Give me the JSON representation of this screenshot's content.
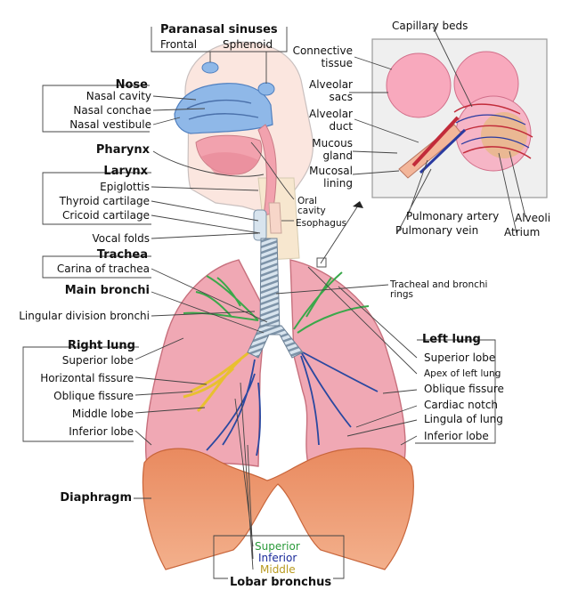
{
  "groups": {
    "paranasal_sinuses": {
      "title": "Paranasal sinuses",
      "items": [
        "Frontal",
        "Sphenoid"
      ]
    },
    "nose": {
      "title": "Nose",
      "items": [
        "Nasal cavity",
        "Nasal conchae",
        "Nasal vestibule"
      ]
    },
    "larynx": {
      "title": "Larynx",
      "items": [
        "Epiglottis",
        "Thyroid cartilage",
        "Cricoid cartilage"
      ]
    },
    "trachea": {
      "title": "Trachea",
      "items": [
        "Carina of trachea"
      ]
    },
    "right_lung": {
      "title": "Right lung",
      "items": [
        "Superior lobe",
        "Horizontal fissure",
        "Oblique fissure",
        "Middle lobe",
        "Inferior lobe"
      ]
    },
    "left_lung": {
      "title": "Left lung",
      "items": [
        "Superior lobe",
        "Apex of left lung",
        "Oblique fissure",
        "Cardiac notch",
        "Lingula of lung",
        "Inferior lobe"
      ]
    },
    "lobar_bronchus": {
      "title": "Lobar bronchus",
      "items": [
        "Superior",
        "Inferior",
        "Middle"
      ]
    }
  },
  "labels": {
    "pharynx": "Pharynx",
    "vocal_folds": "Vocal folds",
    "main_bronchi": "Main bronchi",
    "lingular": "Lingular division bronchi",
    "diaphragm": "Diaphragm",
    "oral_cavity_1": "Oral",
    "oral_cavity_2": "cavity",
    "esophagus": "Esophagus",
    "tracheal_rings_1": "Tracheal and bronchi",
    "tracheal_rings_2": "rings"
  },
  "inset": {
    "capillary_beds": "Capillary beds",
    "connective_1": "Connective",
    "connective_2": "tissue",
    "alveolar_sacs_1": "Alveolar",
    "alveolar_sacs_2": "sacs",
    "alveolar_duct_1": "Alveolar",
    "alveolar_duct_2": "duct",
    "mucous_gland_1": "Mucous",
    "mucous_gland_2": "gland",
    "mucosal_lining_1": "Mucosal",
    "mucosal_lining_2": "lining",
    "pulmonary_artery": "Pulmonary artery",
    "pulmonary_vein": "Pulmonary vein",
    "alveoli": "Alveoli",
    "atrium": "Atrium"
  },
  "colors": {
    "lung": "#f0a8b4",
    "diaphragm": "#e8845a",
    "nasal": "#8fb8e8",
    "bronchi_superior": "#3aa84a",
    "bronchi_inferior": "#2a48a0",
    "bronchi_middle": "#e8c030",
    "lobar_superior_text": "#2a9a3a",
    "lobar_inferior_text": "#1a2a9a",
    "lobar_middle_text": "#b89a20"
  }
}
